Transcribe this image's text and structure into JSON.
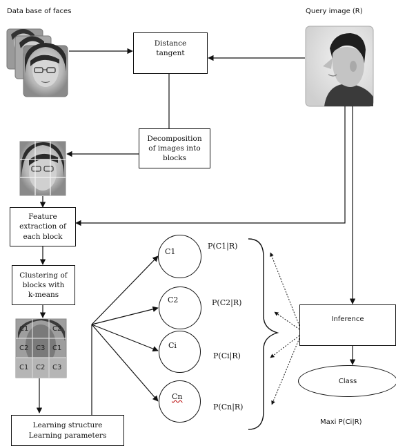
{
  "labels": {
    "database": "Data base of faces",
    "query": "Query image (R)",
    "max": "Maxi P(Ci|R)"
  },
  "boxes": {
    "distance": [
      "Distance",
      "tangent"
    ],
    "decomposition": [
      "Decomposition",
      "of images into",
      "blocks"
    ],
    "feature": [
      "Feature",
      "extraction of",
      "each block"
    ],
    "clustering": [
      "Clustering of",
      "blocks with",
      "k-means"
    ],
    "learning": [
      "Learning structure",
      "Learning parameters"
    ],
    "inference": "Inference",
    "class": "Class"
  },
  "clusters": [
    "C1",
    "C2",
    "Ci",
    "Cn"
  ],
  "probabilities": [
    "P(C1|R)",
    "P(C2|R)",
    "P(Ci|R)",
    "P(Cn|R)"
  ],
  "segmentation_labels": [
    [
      "C1",
      "",
      "C2"
    ],
    [
      "C2",
      "C3",
      "C1"
    ],
    [
      "C1",
      "C2",
      "C3"
    ]
  ],
  "colors": {
    "stroke": "#111111",
    "photo_bg": "#d8d8d8",
    "query_bg": "#e9e9e9"
  }
}
